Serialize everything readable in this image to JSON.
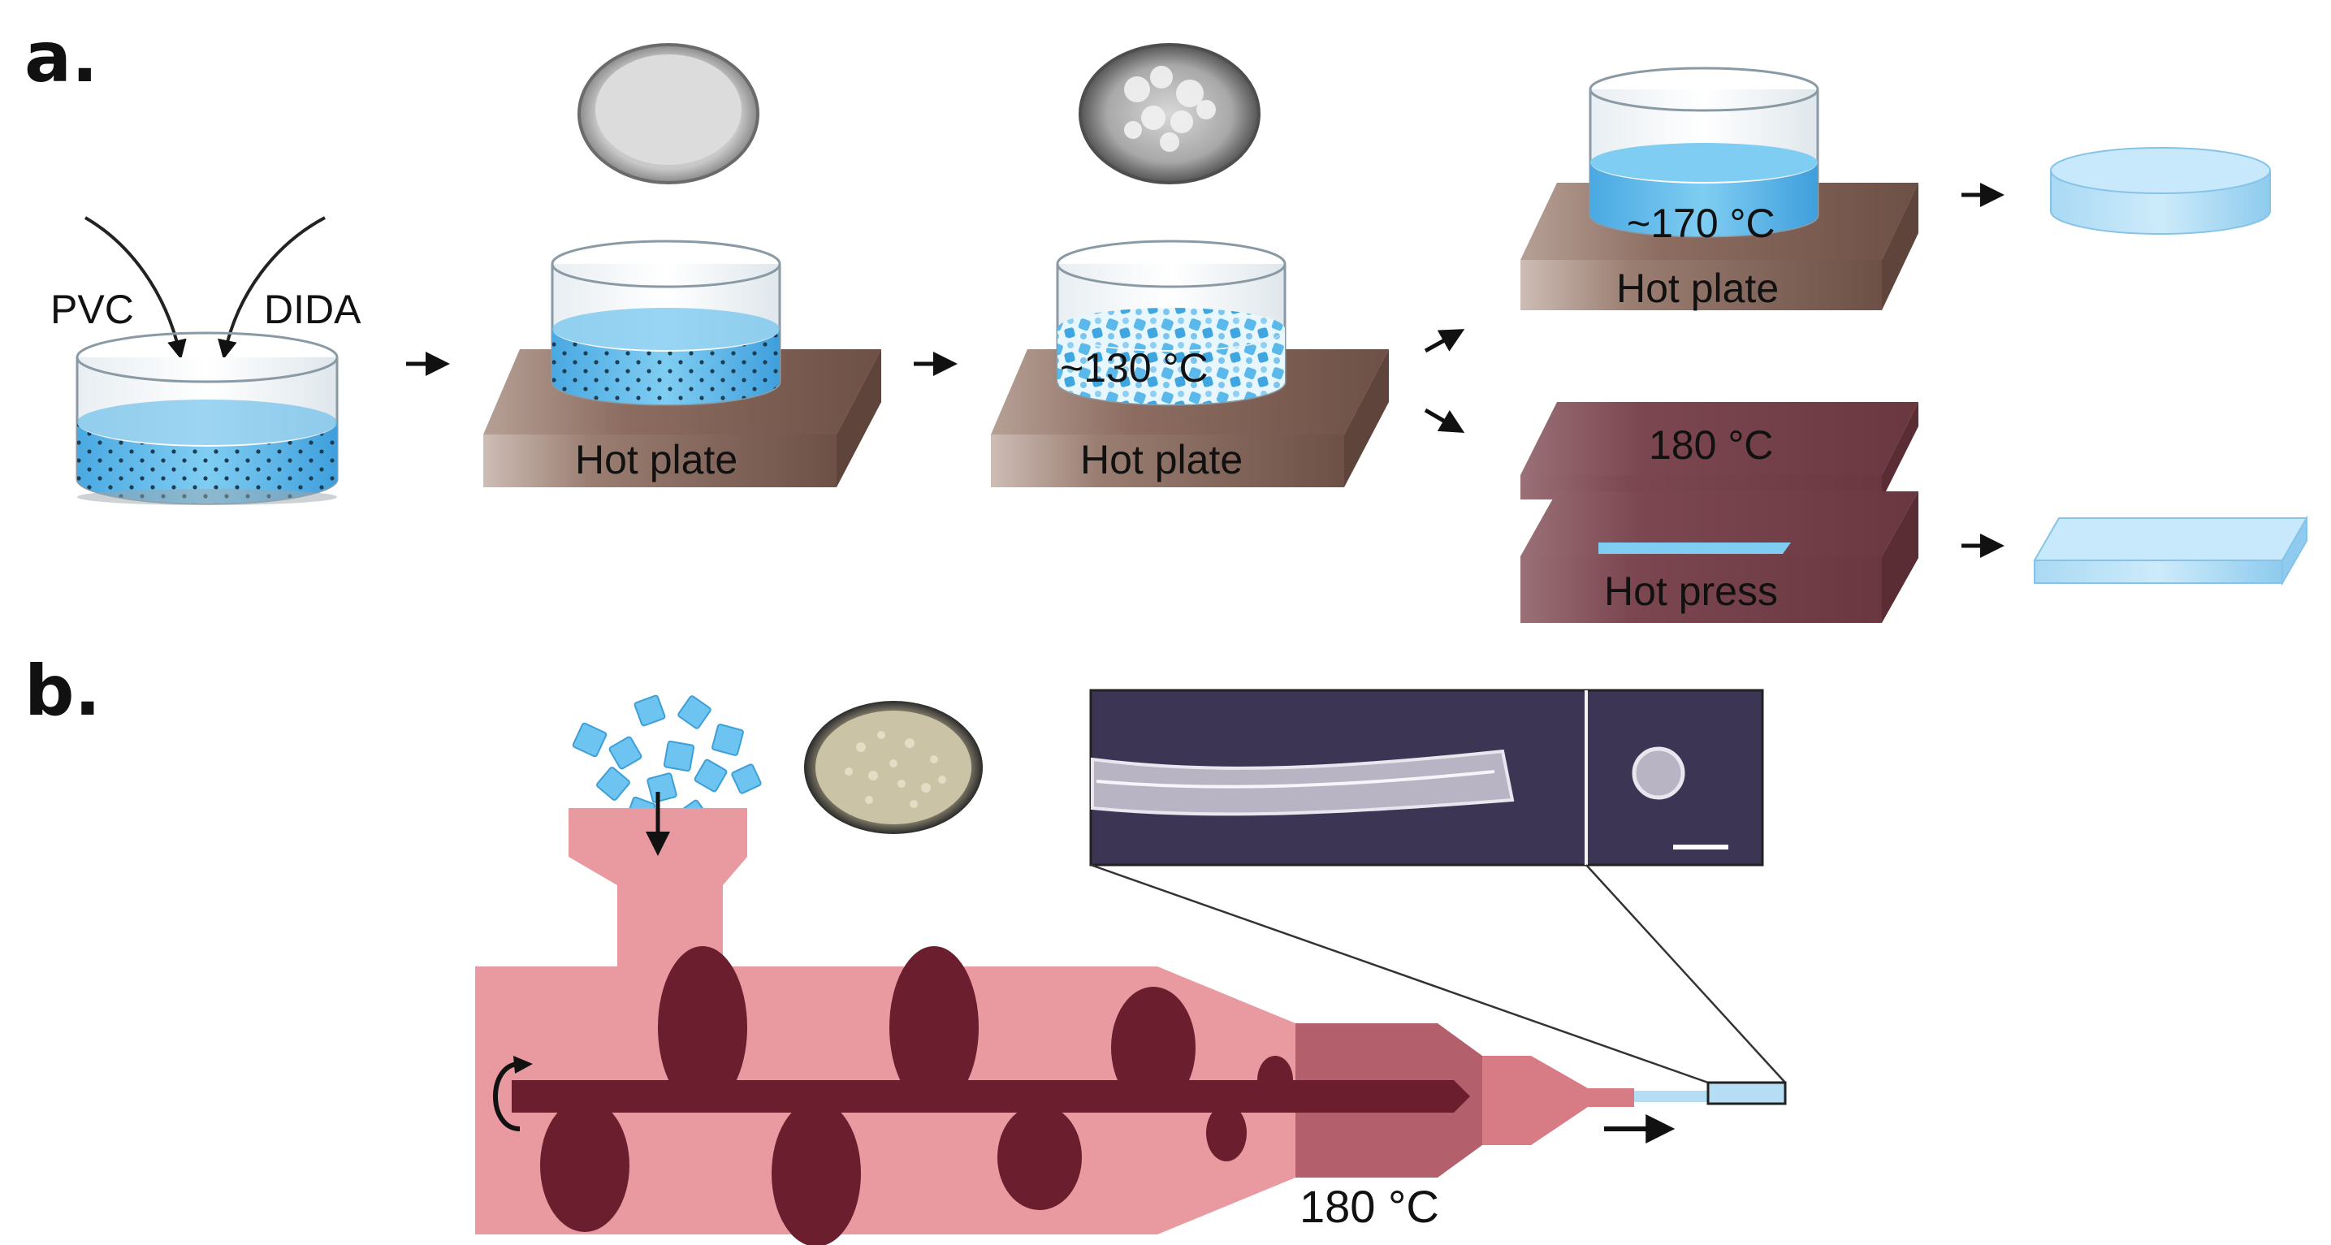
{
  "panel_a": {
    "label": "a.",
    "inputs": {
      "left": "PVC",
      "right": "DIDA"
    },
    "step2_plate": "Hot plate",
    "step3_plate": "Hot plate",
    "step3_temp": "~130 °C",
    "top_branch_temp": "~170 °C",
    "top_branch_plate": "Hot plate",
    "bottom_branch_temp": "180 °C",
    "bottom_branch_press": "Hot press"
  },
  "panel_b": {
    "label": "b.",
    "extruder_temp": "180 °C"
  },
  "colors": {
    "solution_blue": "#5ab8ea",
    "plate_brown": "#8a6a5e",
    "press_maroon": "#6e3a40",
    "extruder_pink": "#e99aa0",
    "screw_maroon": "#6b1f2e",
    "product_light_blue": "#b5def5",
    "micrograph_bg": "#3d3554"
  }
}
